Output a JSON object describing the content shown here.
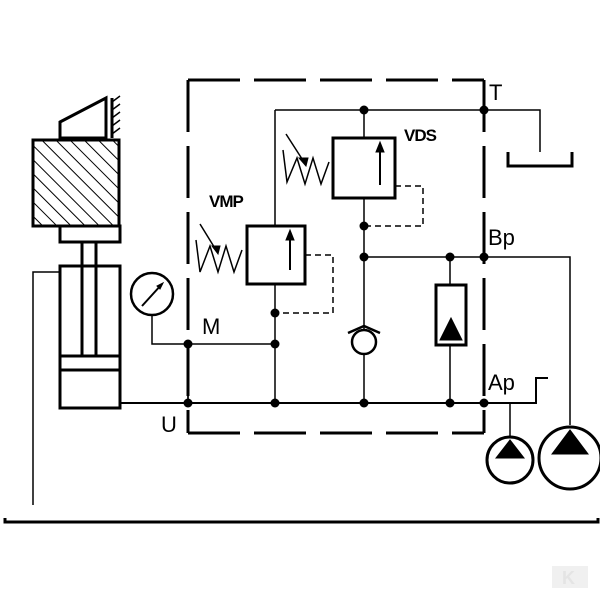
{
  "diagram": {
    "kind": "hydraulic schematic",
    "labels": {
      "T": "T",
      "VDS": "VDS",
      "VMP": "VMP",
      "Bp": "Bp",
      "M": "M",
      "Ap": "Ap",
      "U": "U"
    },
    "watermark": "K",
    "colors": {
      "line": "#000000",
      "background": "#ffffff",
      "watermark": "#e4e4e4"
    },
    "icons": [
      "hydraulic-cylinder-icon",
      "pressure-gauge-icon",
      "relief-valve-icon",
      "check-valve-icon",
      "hydraulic-pump-icon",
      "tank-icon",
      "brand-logo-icon"
    ]
  }
}
